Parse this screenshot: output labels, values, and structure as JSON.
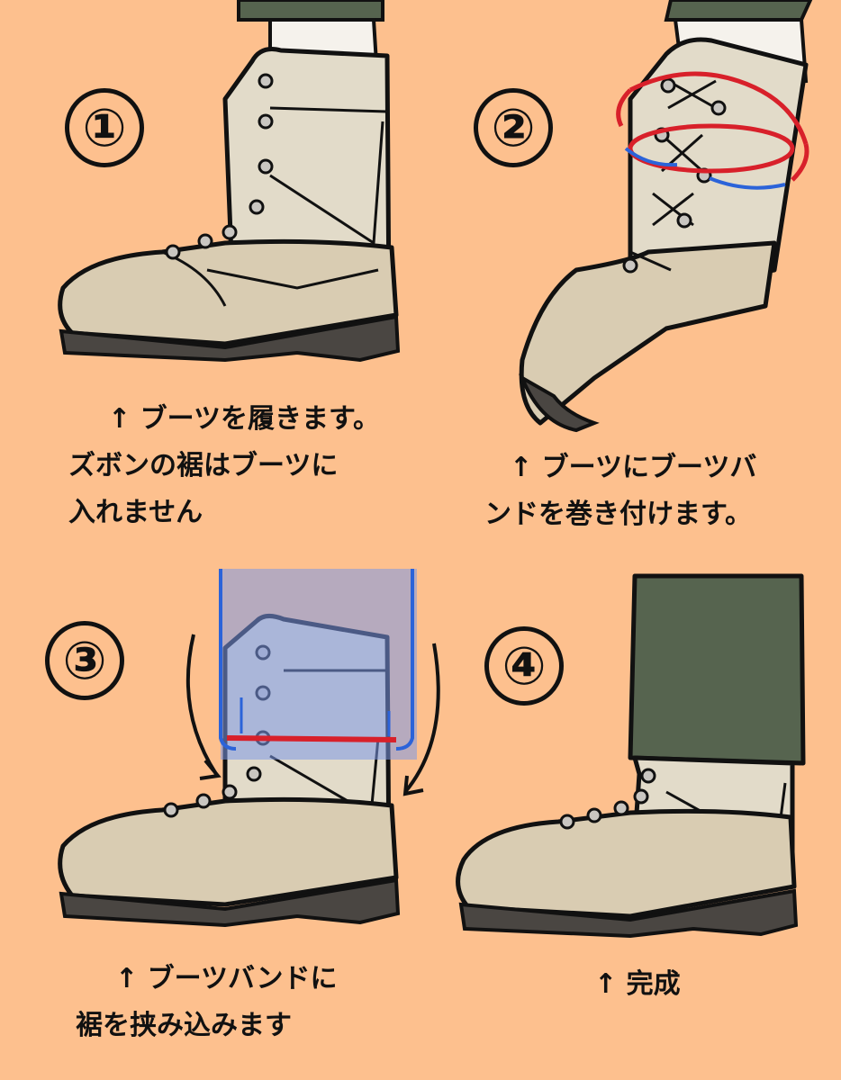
{
  "colors": {
    "background": "#FDC08E",
    "boot_upper": "#E2DBC9",
    "boot_toe": "#D9CCB2",
    "boot_sole": "#4A4642",
    "trouser": "#56644F",
    "sock": "#F5F2EC",
    "boot_band": "#D8202A",
    "arrow_blue": "#2B63D9",
    "overlay_blue": "#7B97E6"
  },
  "steps": [
    {
      "number": "①",
      "caption_lines": [
        "↑ ブーツを履きます。",
        "ズボンの裾はブーツに",
        "入れません"
      ]
    },
    {
      "number": "②",
      "caption_lines": [
        "↑ ブーツにブーツバ",
        "ンドを巻き付けます。"
      ]
    },
    {
      "number": "③",
      "caption_lines": [
        "↑ ブーツバンドに",
        "裾を挟み込みます"
      ]
    },
    {
      "number": "④",
      "caption_lines": [
        "↑ 完成"
      ]
    }
  ]
}
